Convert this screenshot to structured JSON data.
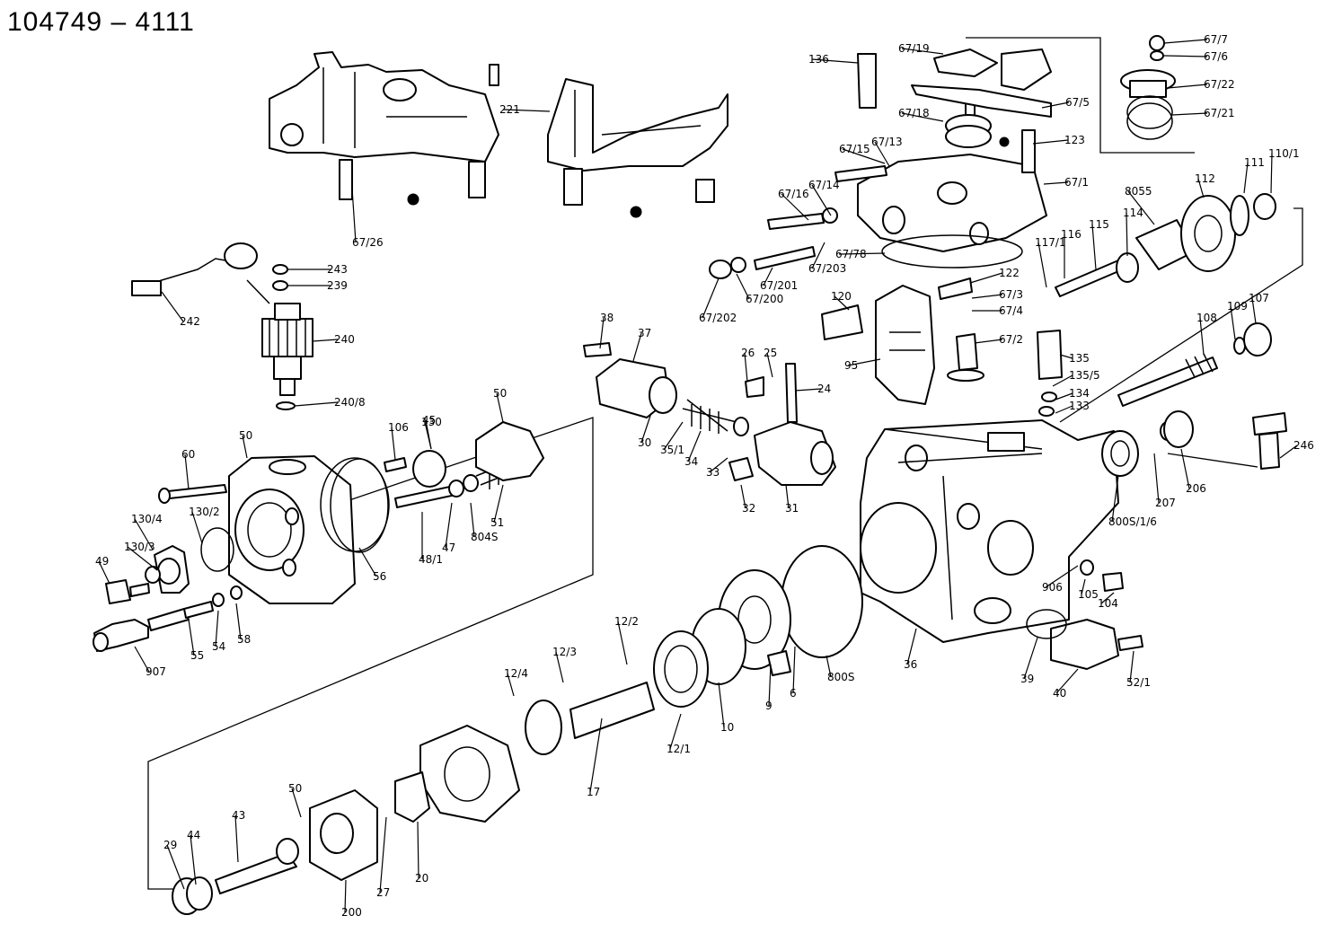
{
  "title": "104749 – 4111",
  "callouts": [
    "67/26",
    "221",
    "243",
    "239",
    "242",
    "240",
    "240/8",
    "136",
    "67/19",
    "67/7",
    "67/6",
    "67/5",
    "67/22",
    "67/21",
    "67/18",
    "67/15",
    "67/13",
    "123",
    "67/1",
    "67/16",
    "67/14",
    "67/78",
    "67/203",
    "67/201",
    "67/202",
    "67/200",
    "122",
    "120",
    "67/3",
    "67/4",
    "67/2",
    "95",
    "8055",
    "112",
    "111",
    "110/1",
    "114",
    "115",
    "116",
    "117/1",
    "135",
    "135/5",
    "134",
    "133",
    "108",
    "109",
    "107",
    "38",
    "37",
    "26",
    "25",
    "24",
    "30",
    "35/1",
    "34",
    "33",
    "32",
    "31",
    "206",
    "207",
    "246",
    "800S/1/6",
    "906",
    "105",
    "104",
    "60",
    "50",
    "106",
    "45",
    "50",
    "130",
    "130/4",
    "130/2",
    "130/3",
    "49",
    "48/1",
    "47",
    "804S",
    "51",
    "56",
    "55",
    "54",
    "58",
    "907",
    "12/2",
    "12/3",
    "12/4",
    "12/1",
    "17",
    "10",
    "9",
    "6",
    "800S",
    "36",
    "39",
    "40",
    "52/1",
    "50",
    "43",
    "44",
    "29",
    "200",
    "27",
    "20"
  ]
}
